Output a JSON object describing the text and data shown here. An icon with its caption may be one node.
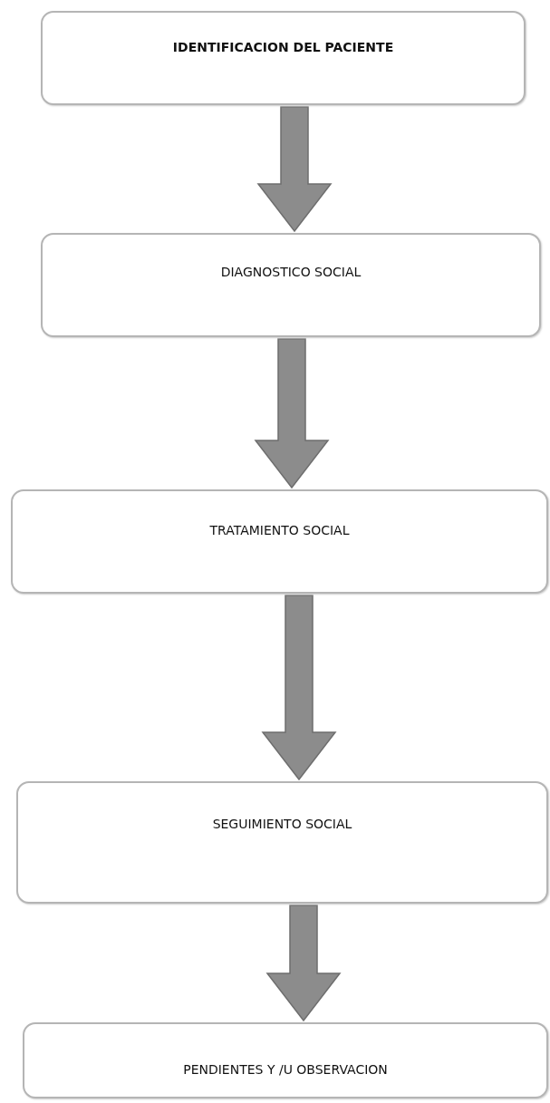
{
  "diagram": {
    "nodes": [
      {
        "text": [
          "IDENTIFICACION DEL PACIENTE"
        ]
      },
      {
        "text": [
          "DIAGNOSTICO SOCIAL"
        ]
      },
      {
        "text": [
          "TRATAMIENTO SOCIAL"
        ]
      },
      {
        "text": [
          "SEGUIMIENTO SOCIAL"
        ]
      },
      {
        "text": [
          "PENDIENTES Y /U OBSERVACION"
        ]
      }
    ],
    "edges": [
      {
        "from": 0,
        "to": 1,
        "arrow": "to"
      },
      {
        "from": 1,
        "to": 2,
        "arrow": "to"
      },
      {
        "from": 2,
        "to": 3,
        "arrow": "to"
      },
      {
        "from": 3,
        "to": 4,
        "arrow": "to"
      }
    ]
  }
}
